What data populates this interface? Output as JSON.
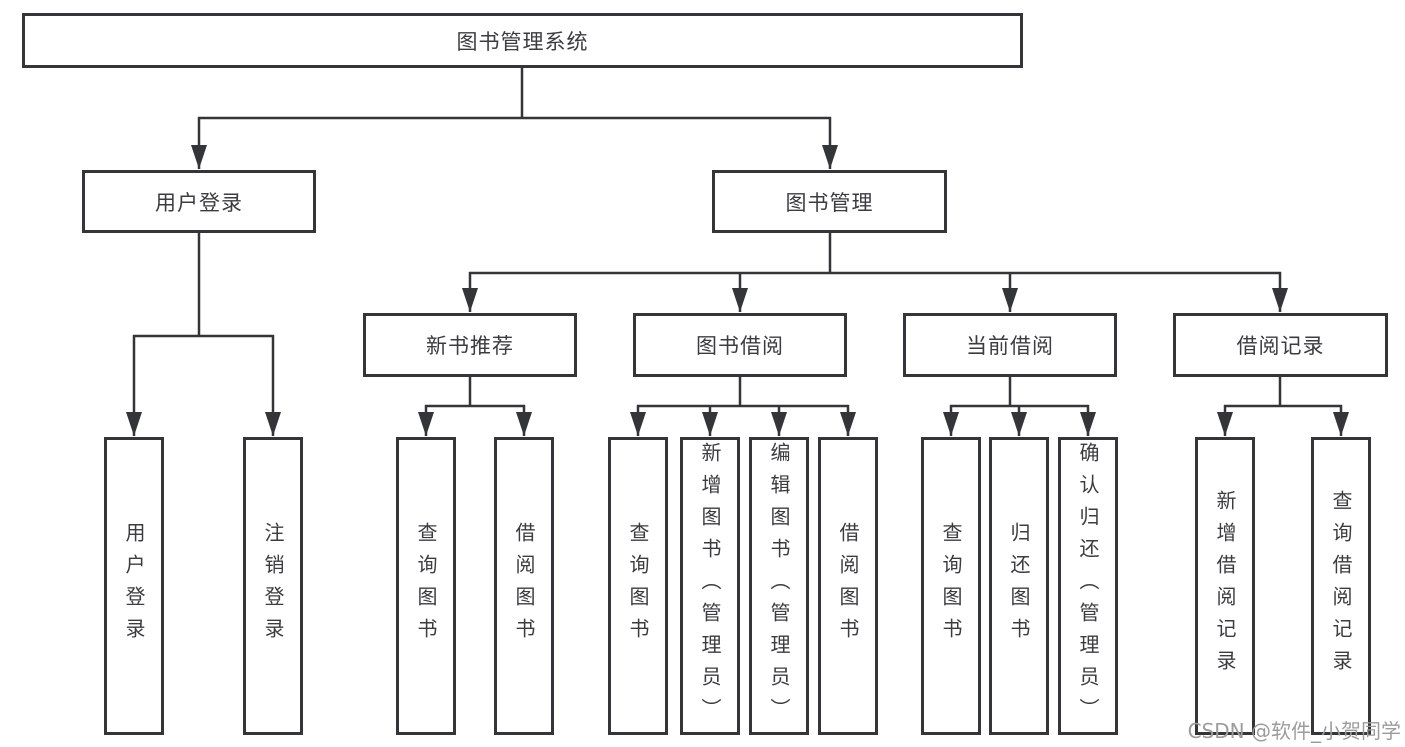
{
  "diagram": {
    "root": {
      "label": "图书管理系统"
    },
    "level2": [
      {
        "label": "用户登录"
      },
      {
        "label": "图书管理"
      }
    ],
    "level3": [
      {
        "label": "新书推荐"
      },
      {
        "label": "图书借阅"
      },
      {
        "label": "当前借阅"
      },
      {
        "label": "借阅记录"
      }
    ],
    "leaves": [
      {
        "label": "用户登录"
      },
      {
        "label": "注销登录"
      },
      {
        "label": "查询图书"
      },
      {
        "label": "借阅图书"
      },
      {
        "label": "查询图书"
      },
      {
        "label": "新增图书（管理员）"
      },
      {
        "label": "编辑图书（管理员）"
      },
      {
        "label": "借阅图书"
      },
      {
        "label": "查询图书"
      },
      {
        "label": "归还图书"
      },
      {
        "label": "确认归还（管理员）"
      },
      {
        "label": "新增借阅记录"
      },
      {
        "label": "查询借阅记录"
      }
    ]
  },
  "watermark": {
    "text": "CSDN @软件_小贺同学"
  },
  "colors": {
    "line": "#333538",
    "box_border": "#333538",
    "box_fill": "#ffffff",
    "text": "#3a3c40",
    "watermark": "#9c9c9c",
    "background": "#ffffff"
  }
}
